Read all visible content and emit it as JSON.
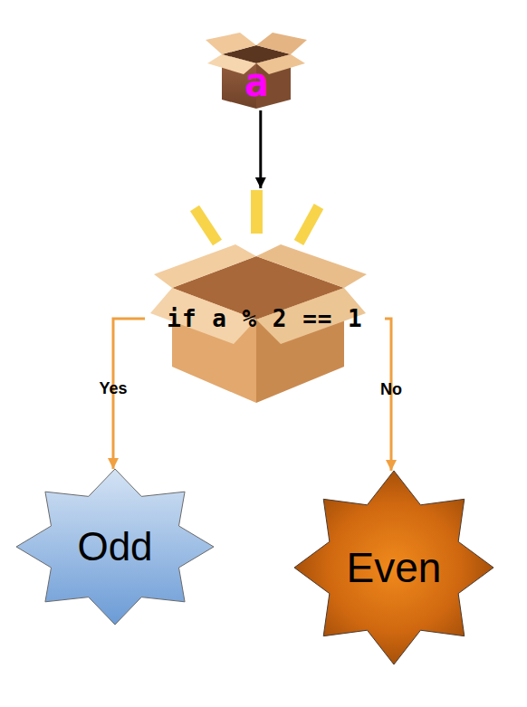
{
  "diagram": {
    "nodes": [
      {
        "text": [
          "a"
        ]
      },
      {
        "text": [
          "if a % 2 == 1"
        ]
      },
      {
        "text": [
          "Odd"
        ]
      },
      {
        "text": [
          "Even"
        ]
      }
    ],
    "edges": [
      {
        "from": 0,
        "to": 1,
        "arrow": "to"
      },
      {
        "from": 1,
        "to": 2,
        "label": "Yes",
        "arrow": "to"
      },
      {
        "from": 1,
        "to": 3,
        "label": "No",
        "arrow": "to"
      }
    ]
  }
}
